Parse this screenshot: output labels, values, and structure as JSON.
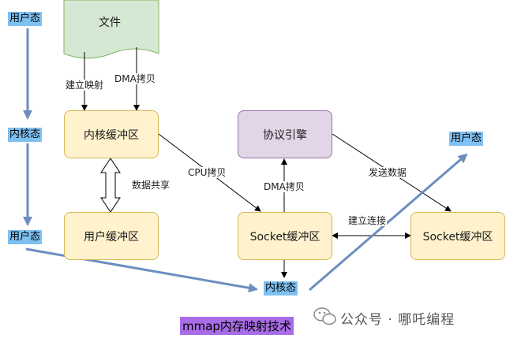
{
  "nodes": {
    "file": "文件",
    "kernel_buffer": "内核缓冲区",
    "user_buffer": "用户缓冲区",
    "protocol_engine": "协议引擎",
    "socket_buffer_left": "Socket缓冲区",
    "socket_buffer_right": "Socket缓冲区"
  },
  "tags": {
    "user_mode_top": "用户态",
    "kernel_mode_mid": "内核态",
    "user_mode_low": "用户态",
    "kernel_mode_bottom": "内核态",
    "user_mode_right": "用户态"
  },
  "edge_labels": {
    "mmap": "建立映射",
    "dma_copy_file": "DMA拷贝",
    "shared_data": "数据共享",
    "cpu_copy": "CPU拷贝",
    "dma_copy_engine": "DMA拷贝",
    "send_data": "发送数据",
    "establish_connection": "建立连接"
  },
  "caption": "mmap内存映射技术",
  "watermark": {
    "text": "公众号 · 哪吒编程",
    "icon": "wechat-icon"
  }
}
